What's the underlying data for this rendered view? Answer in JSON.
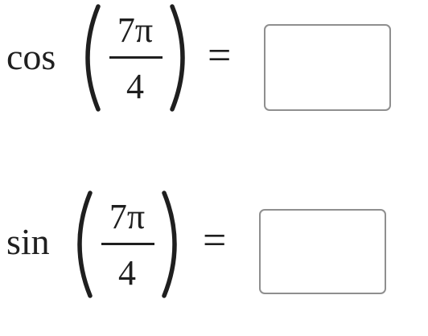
{
  "problems": [
    {
      "function": "cos",
      "numerator": "7π",
      "denominator": "4",
      "equals": "=",
      "answer": ""
    },
    {
      "function": "sin",
      "numerator": "7π",
      "denominator": "4",
      "equals": "=",
      "answer": ""
    }
  ]
}
